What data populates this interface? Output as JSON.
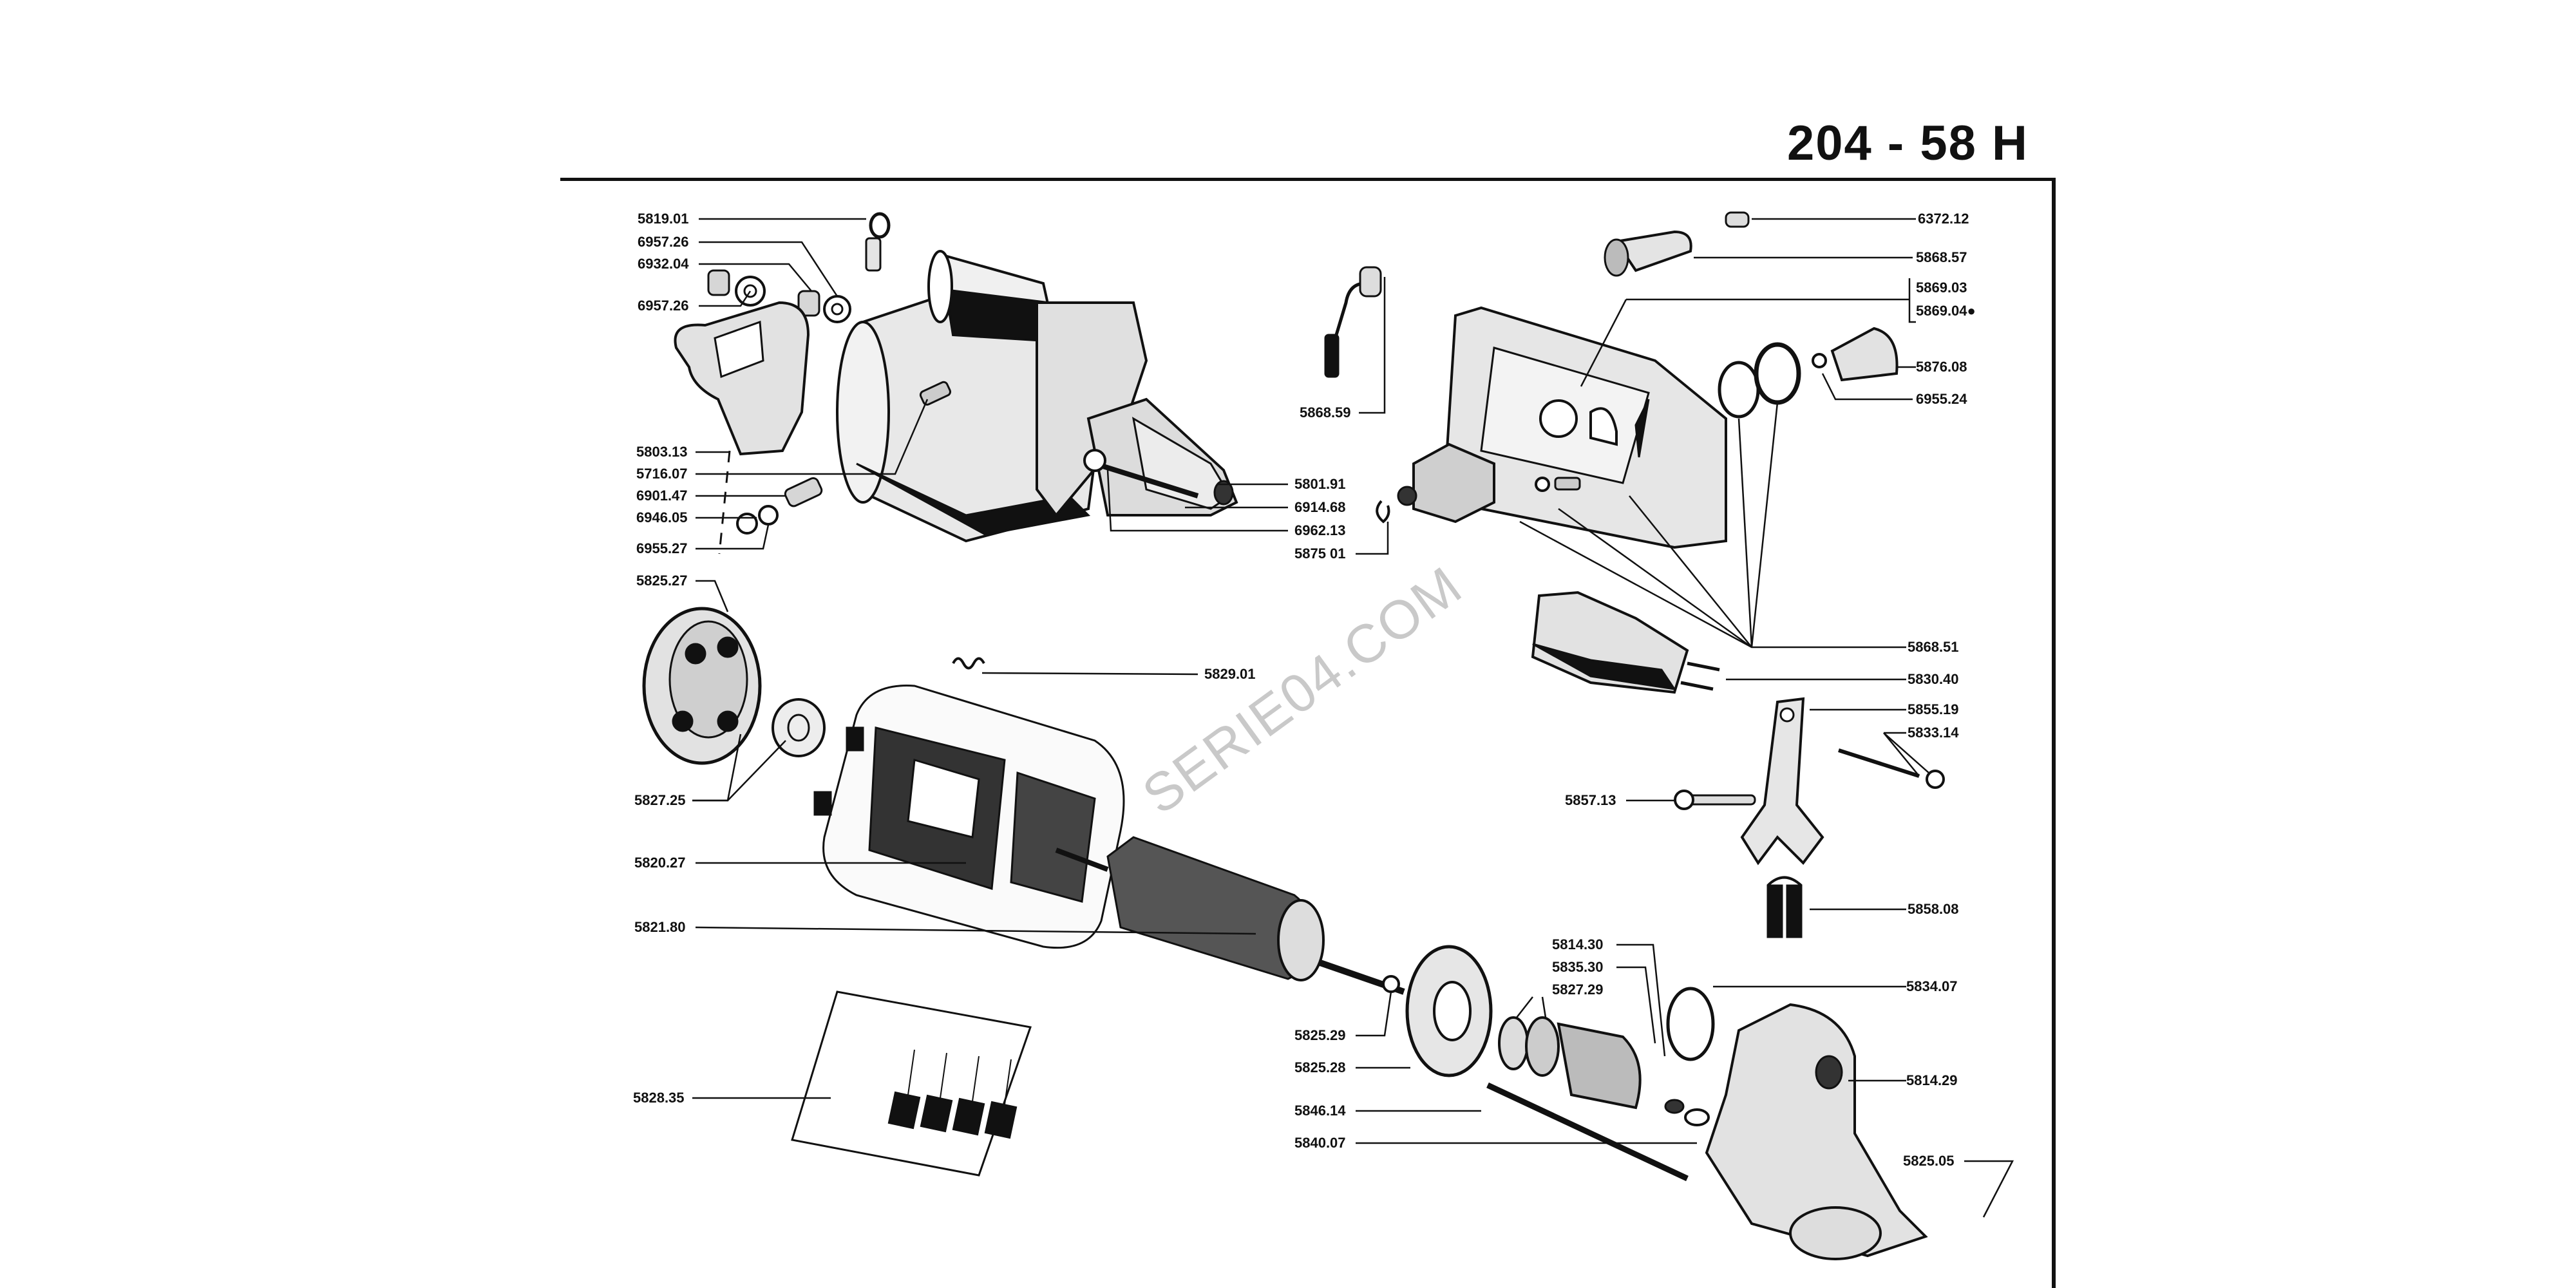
{
  "page": {
    "title": "204 - 58 H",
    "watermark": "SERIE04.COM"
  },
  "labels": {
    "l5819_01": "5819.01",
    "l6957_26a": "6957.26",
    "l6932_04": "6932.04",
    "l6957_26b": "6957.26",
    "l5803_13": "5803.13",
    "l5716_07": "5716.07",
    "l6901_47": "6901.47",
    "l6946_05": "6946.05",
    "l6955_27": "6955.27",
    "l5825_27": "5825.27",
    "l5827_25": "5827.25",
    "l5820_27": "5820.27",
    "l5821_80": "5821.80",
    "l5828_35": "5828.35",
    "l5868_59": "5868.59",
    "l5801_91": "5801.91",
    "l6914_68": "6914.68",
    "l6962_13": "6962.13",
    "l5875_01": "5875 01",
    "l5829_01": "5829.01",
    "l6372_12": "6372.12",
    "l5868_57": "5868.57",
    "l5869_03": "5869.03",
    "l5869_04": "5869.04●",
    "l5876_08": "5876.08",
    "l6955_24": "6955.24",
    "l5868_51": "5868.51",
    "l5830_40": "5830.40",
    "l5855_19": "5855.19",
    "l5833_14": "5833.14",
    "l5857_13": "5857.13",
    "l5858_08": "5858.08",
    "l5814_30": "5814.30",
    "l5835_30": "5835.30",
    "l5827_29": "5827.29",
    "l5834_07": "5834.07",
    "l5825_29": "5825.29",
    "l5825_28": "5825.28",
    "l5846_14": "5846.14",
    "l5840_07": "5840.07",
    "l5814_29": "5814.29",
    "l5825_05": "5825.05"
  },
  "colors": {
    "ink": "#111111",
    "shade": "#d8d8d8",
    "watermark": "#c9c9c9",
    "paper": "#ffffff"
  }
}
